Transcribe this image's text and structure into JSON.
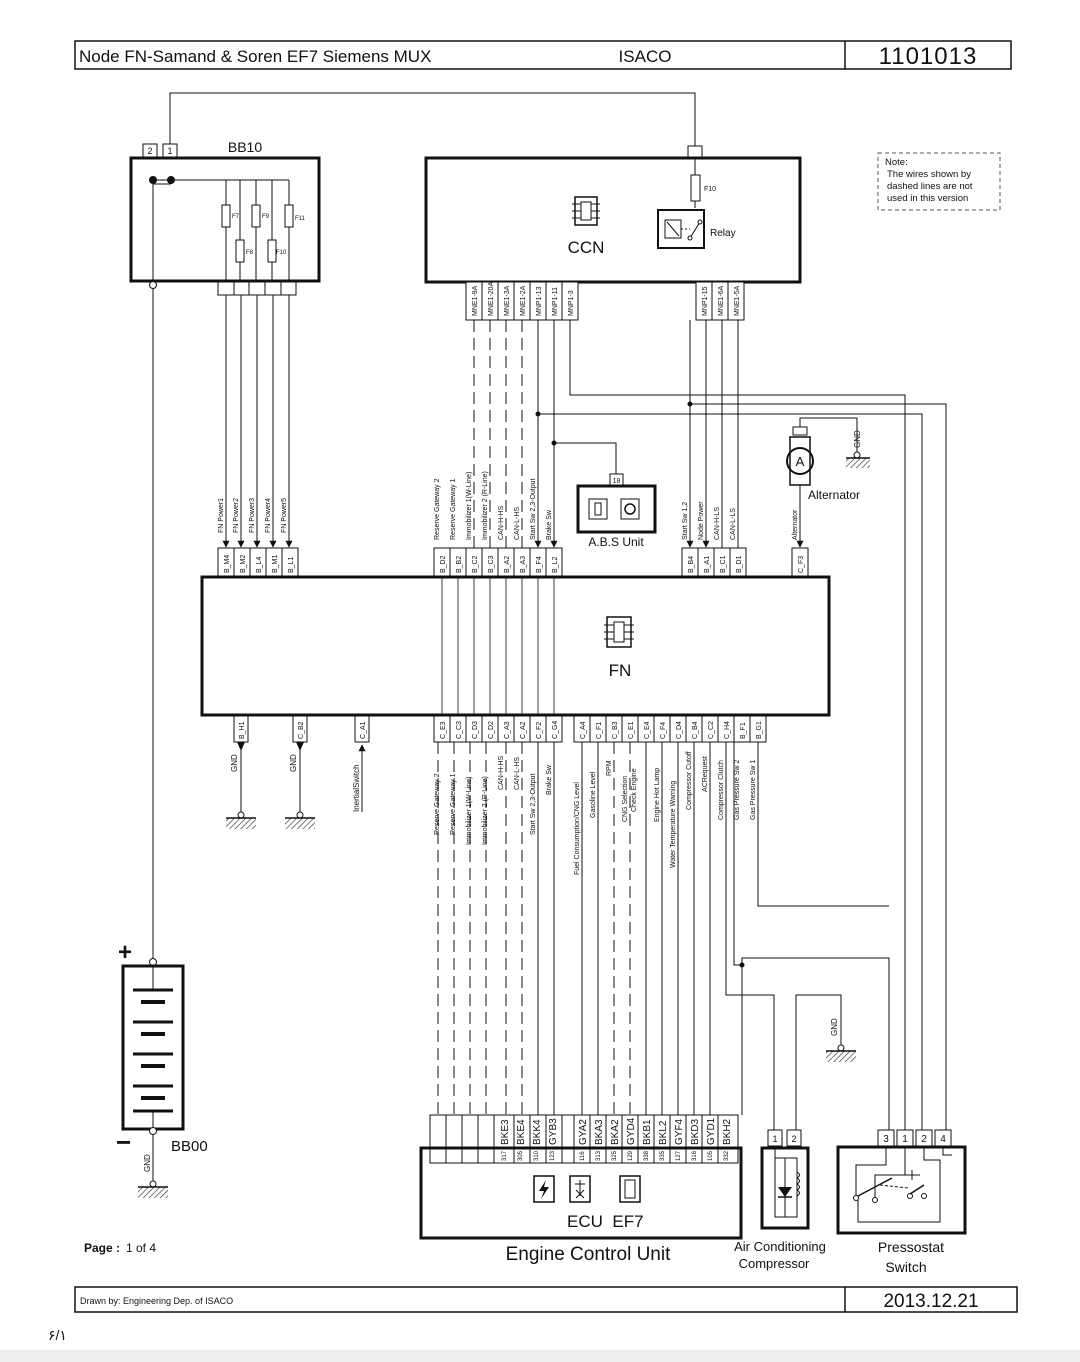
{
  "header": {
    "title": "Node FN-Samand & Soren EF7 Siemens MUX",
    "company": "ISACO",
    "doc_number": "1101013"
  },
  "note": {
    "title": "Note:",
    "lines": [
      "The wires shown by",
      "dashed lines are not",
      "used in this version"
    ]
  },
  "bb10": {
    "name": "BB10",
    "pin_left": "2",
    "pin_right": "1",
    "fuses": [
      "F7",
      "F9",
      "F11",
      "F8",
      "F10"
    ],
    "outputs": [
      {
        "signal": "FN Power1",
        "pin": "B_M4"
      },
      {
        "signal": "FN Power2",
        "pin": "B_M2"
      },
      {
        "signal": "FN Power3",
        "pin": "B_L4"
      },
      {
        "signal": "FN Power4",
        "pin": "B_M1"
      },
      {
        "signal": "FN Power5",
        "pin": "B_L1"
      }
    ]
  },
  "ccn": {
    "name": "CCN",
    "fuse": "F10",
    "relay": "Relay",
    "connectors": [
      "MNE1-9A",
      "MNE1-20A",
      "MNE1-3A",
      "MNE1-2A",
      "MNP1-13",
      "MNP1-11",
      "MNP1-3",
      "MNP1-15",
      "MNE1-6A",
      "MNE1-5A"
    ]
  },
  "abs": {
    "name": "A.B.S Unit",
    "pin": "18"
  },
  "alternator": {
    "name": "Alternator",
    "symbol": "A",
    "gnd": "GND"
  },
  "fn": {
    "name": "FN",
    "top_left_labels": [
      "Reserve Gateway 2",
      "Reserve Gateway 1",
      "Immobilizer 1(W-Line)",
      "Immobilizer 2 (R-Line)",
      "CAN-H-HS",
      "CAN-L-HS",
      "Start Sw 2,3-Output",
      "Brake Sw"
    ],
    "top_left_pins": [
      "B_D2",
      "B_B2",
      "B_C2",
      "B_C3",
      "B_A2",
      "B_A3",
      "B_F4",
      "B_L2"
    ],
    "top_right_labels": [
      "Start Sw 1,2",
      "Node Power",
      "CAN-H-LS",
      "CAN-L-LS",
      "Alternator"
    ],
    "top_right_pins": [
      "B_B4",
      "B_A1",
      "B_C1",
      "B_D1",
      "C_F3"
    ],
    "bottom_left": [
      {
        "pin": "B_H1",
        "label": "GND"
      },
      {
        "pin": "C_B2",
        "label": "GND"
      },
      {
        "pin": "C_A1",
        "label": "InertialSwitch"
      }
    ],
    "bottom_mid_labels": [
      "Reserve Gateway 2",
      "Reserve Gateway 1",
      "Immobilizer 1(W-Line)",
      "Immobilizer 2 (R-Line)",
      "CAN-H-HS",
      "CAN-L-HS",
      "Start Sw 2,3-Output",
      "Brake Sw"
    ],
    "bottom_mid_pins": [
      "C_E3",
      "C_C3",
      "C_D3",
      "C_D2",
      "C_A3",
      "C_A2",
      "C_F2",
      "C_G4"
    ],
    "bottom_right_labels": [
      "Fuel Consumption/CNG Level",
      "Gasoline Level",
      "RPM",
      "CNG Selection",
      "Check Engine",
      "Engine Hot Lamp",
      "Water Temperature Warning",
      "Compressor Cutoff",
      "ACRequest",
      "Compressor Clutch",
      "Gas Pressure Sw 2",
      "Gas Pressure Sw 1"
    ],
    "bottom_right_pins": [
      "C_A4",
      "C_F1",
      "C_B3",
      "C_E1",
      "C_E4",
      "C_F4",
      "C_D4",
      "C_B4",
      "C_C2",
      "C_H4",
      "B_F1",
      "B_G1"
    ]
  },
  "gnd_label": "GND",
  "battery": {
    "name": "BB00",
    "plus": "+",
    "minus": "−",
    "gnd": "GND"
  },
  "ecu": {
    "codes": [
      "BKE3",
      "BKE4",
      "BKK4",
      "GYB3",
      "GYA2",
      "BKA3",
      "BKA2",
      "GYD4",
      "BKB1",
      "BKL2",
      "GYF4",
      "BKD3",
      "GYD1",
      "BKH2"
    ],
    "pins": [
      "317",
      "305",
      "310",
      "123",
      "116",
      "313",
      "325",
      "129",
      "338",
      "335",
      "127",
      "316",
      "105",
      "332"
    ],
    "label": "ECU",
    "label2": "EF7",
    "title": "Engine Control Unit"
  },
  "ac_compressor": {
    "pins": [
      "1",
      "2"
    ],
    "title_line1": "Air Conditioning",
    "title_line2": "Compressor"
  },
  "pressostat": {
    "pins": [
      "3",
      "1",
      "2",
      "4"
    ],
    "title_line1": "Pressostat",
    "title_line2": "Switch"
  },
  "footer": {
    "page_label": "Page :",
    "page_value": "1 of 4",
    "drawn_by": "Drawn by: Engineering Dep. of ISACO",
    "date": "2013.12.21",
    "page_mark": "۶/۱"
  }
}
